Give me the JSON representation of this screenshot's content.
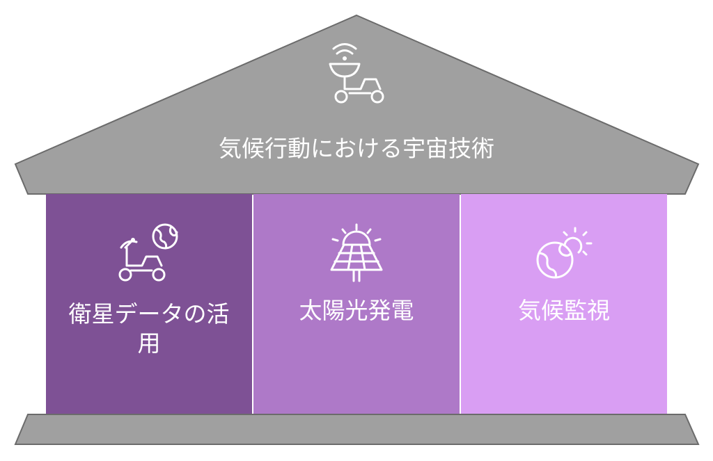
{
  "roof": {
    "title": "気候行動における宇宙技術",
    "icon": "satellite-rover-icon"
  },
  "pillars": [
    {
      "label_line1": "衛星データの活",
      "label_line2": "用",
      "icon": "rover-globe-icon",
      "color": "#7e5195"
    },
    {
      "label_line1": "太陽光発電",
      "label_line2": "",
      "icon": "solar-panel-icon",
      "color": "#ae79c8"
    },
    {
      "label_line1": "気候監視",
      "label_line2": "",
      "icon": "globe-sun-icon",
      "color": "#d99ef3"
    }
  ],
  "colors": {
    "roof": "#a0a0a0",
    "roof_stroke": "#6b6b6b",
    "base": "#a0a0a0"
  }
}
